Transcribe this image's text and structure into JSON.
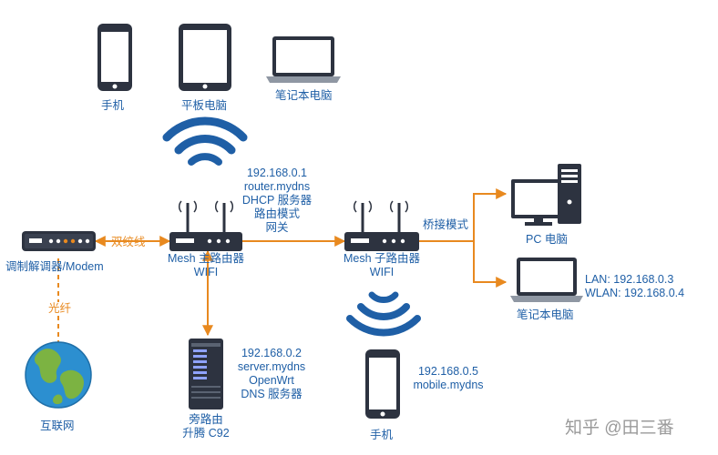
{
  "labels": {
    "phone_top": "手机",
    "tablet": "平板电脑",
    "laptop_top": "笔记本电脑",
    "main_router_info": [
      "192.168.0.1",
      "router.mydns",
      "DHCP 服务器",
      "路由模式",
      "网关"
    ],
    "twisted_pair": "双绞线",
    "modem": "调制解调器/Modem",
    "main_router_name": [
      "Mesh 主路由器",
      "WIFI"
    ],
    "bridge_mode": "桥接模式",
    "sub_router_name": [
      "Mesh 子路由器",
      "WIFI"
    ],
    "pc": "PC 电脑",
    "laptop_right_info": [
      "LAN: 192.168.0.3",
      "WLAN: 192.168.0.4"
    ],
    "laptop_right": "笔记本电脑",
    "fiber": "光纤",
    "side_router_info": [
      "192.168.0.2",
      "server.mydns",
      "OpenWrt",
      "DNS 服务器"
    ],
    "phone_bottom_info": [
      "192.168.0.5",
      "mobile.mydns"
    ],
    "internet": "互联网",
    "side_router_name": [
      "旁路由",
      "升腾 C92"
    ],
    "phone_bottom": "手机"
  },
  "watermark": "知乎 @田三番",
  "colors": {
    "text": "#1f5fa6",
    "link": "#e8891f",
    "device": "#2d3340",
    "wifi": "#1f5fa6"
  }
}
